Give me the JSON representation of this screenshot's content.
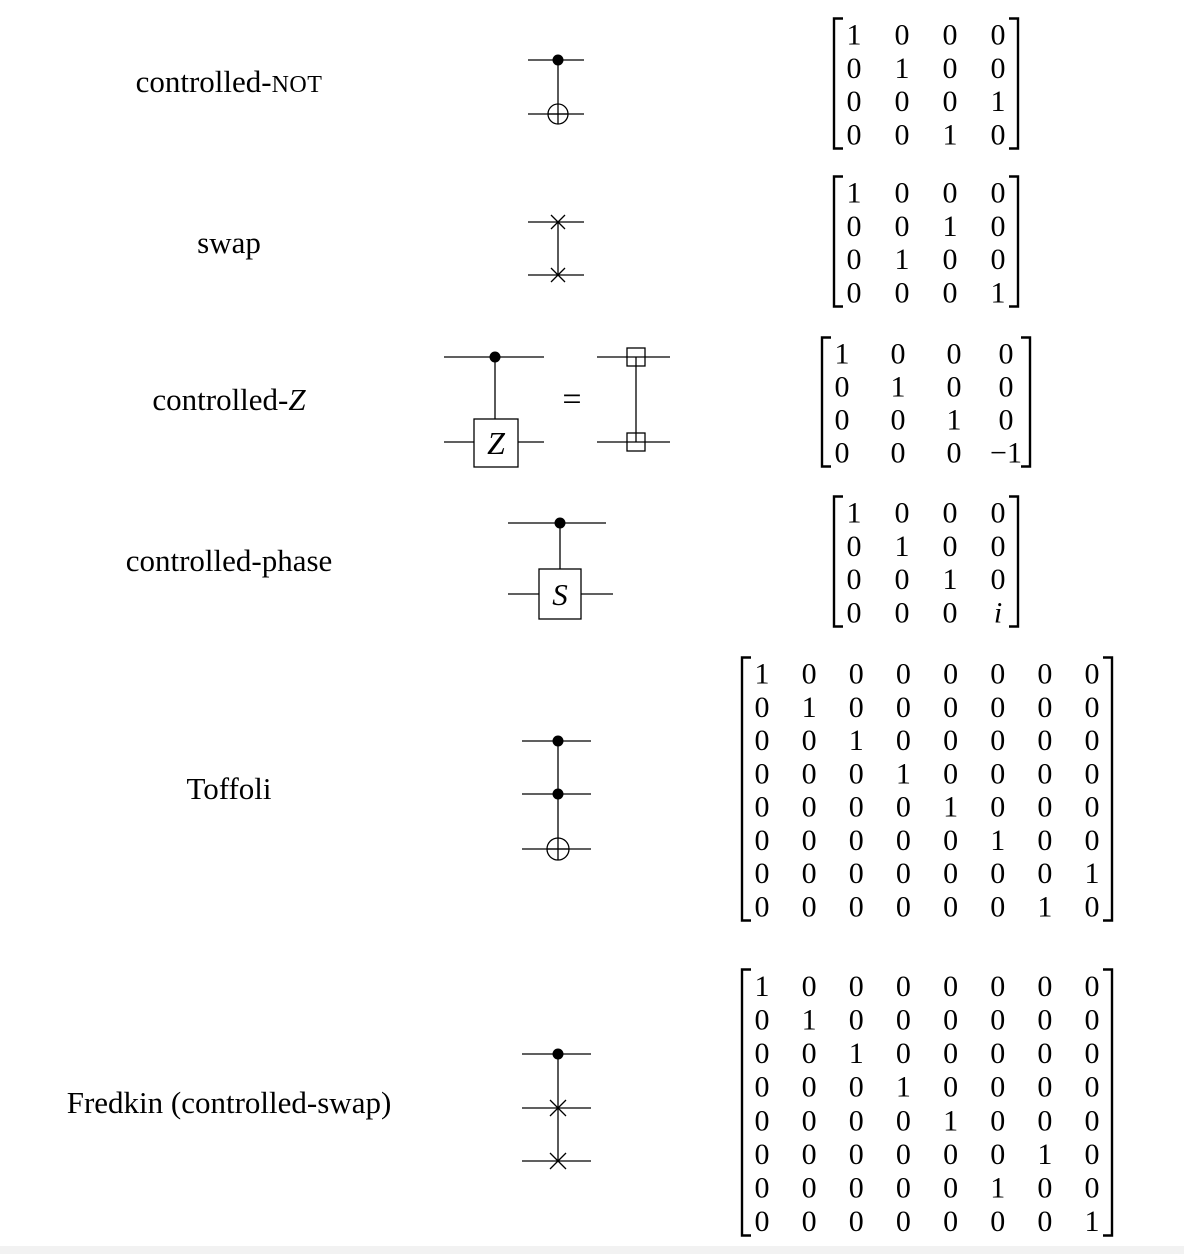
{
  "gates": [
    {
      "id": "cnot",
      "label_prefix": "controlled-",
      "label_suffix": "NOT",
      "label_suffix_style": "small-caps",
      "matrix": [
        [
          "1",
          "0",
          "0",
          "0"
        ],
        [
          "0",
          "1",
          "0",
          "0"
        ],
        [
          "0",
          "0",
          "0",
          "1"
        ],
        [
          "0",
          "0",
          "1",
          "0"
        ]
      ]
    },
    {
      "id": "swap",
      "label_prefix": "swap",
      "label_suffix": "",
      "label_suffix_style": "none",
      "matrix": [
        [
          "1",
          "0",
          "0",
          "0"
        ],
        [
          "0",
          "0",
          "1",
          "0"
        ],
        [
          "0",
          "1",
          "0",
          "0"
        ],
        [
          "0",
          "0",
          "0",
          "1"
        ]
      ]
    },
    {
      "id": "cz",
      "label_prefix": "controlled-",
      "label_suffix": "Z",
      "label_suffix_style": "italic",
      "box_label": "Z",
      "equals": "=",
      "matrix": [
        [
          "1",
          "0",
          "0",
          "0"
        ],
        [
          "0",
          "1",
          "0",
          "0"
        ],
        [
          "0",
          "0",
          "1",
          "0"
        ],
        [
          "0",
          "0",
          "0",
          "−1"
        ]
      ]
    },
    {
      "id": "cphase",
      "label_prefix": "controlled-phase",
      "label_suffix": "",
      "label_suffix_style": "none",
      "box_label": "S",
      "matrix": [
        [
          "1",
          "0",
          "0",
          "0"
        ],
        [
          "0",
          "1",
          "0",
          "0"
        ],
        [
          "0",
          "0",
          "1",
          "0"
        ],
        [
          "0",
          "0",
          "0",
          "i"
        ]
      ]
    },
    {
      "id": "toffoli",
      "label_prefix": "Toffoli",
      "label_suffix": "",
      "label_suffix_style": "none",
      "matrix": [
        [
          "1",
          "0",
          "0",
          "0",
          "0",
          "0",
          "0",
          "0"
        ],
        [
          "0",
          "1",
          "0",
          "0",
          "0",
          "0",
          "0",
          "0"
        ],
        [
          "0",
          "0",
          "1",
          "0",
          "0",
          "0",
          "0",
          "0"
        ],
        [
          "0",
          "0",
          "0",
          "1",
          "0",
          "0",
          "0",
          "0"
        ],
        [
          "0",
          "0",
          "0",
          "0",
          "1",
          "0",
          "0",
          "0"
        ],
        [
          "0",
          "0",
          "0",
          "0",
          "0",
          "1",
          "0",
          "0"
        ],
        [
          "0",
          "0",
          "0",
          "0",
          "0",
          "0",
          "0",
          "1"
        ],
        [
          "0",
          "0",
          "0",
          "0",
          "0",
          "0",
          "1",
          "0"
        ]
      ]
    },
    {
      "id": "fredkin",
      "label_prefix": "Fredkin (controlled-swap)",
      "label_suffix": "",
      "label_suffix_style": "none",
      "matrix": [
        [
          "1",
          "0",
          "0",
          "0",
          "0",
          "0",
          "0",
          "0"
        ],
        [
          "0",
          "1",
          "0",
          "0",
          "0",
          "0",
          "0",
          "0"
        ],
        [
          "0",
          "0",
          "1",
          "0",
          "0",
          "0",
          "0",
          "0"
        ],
        [
          "0",
          "0",
          "0",
          "1",
          "0",
          "0",
          "0",
          "0"
        ],
        [
          "0",
          "0",
          "0",
          "0",
          "1",
          "0",
          "0",
          "0"
        ],
        [
          "0",
          "0",
          "0",
          "0",
          "0",
          "0",
          "1",
          "0"
        ],
        [
          "0",
          "0",
          "0",
          "0",
          "0",
          "1",
          "0",
          "0"
        ],
        [
          "0",
          "0",
          "0",
          "0",
          "0",
          "0",
          "0",
          "1"
        ]
      ]
    }
  ]
}
